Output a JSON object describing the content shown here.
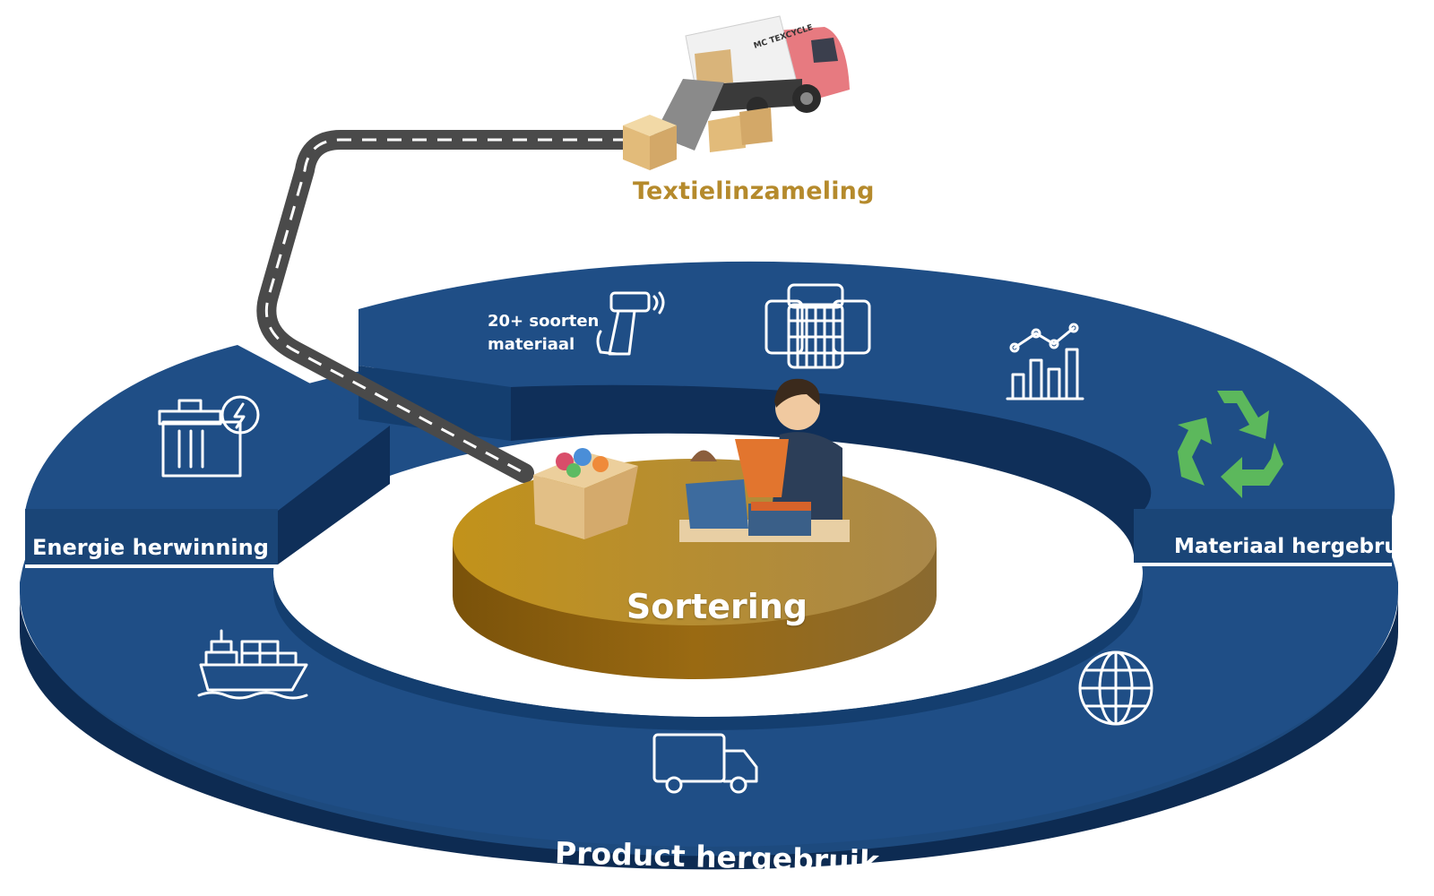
{
  "labels": {
    "collection": "Textielinzameling",
    "sorting": "Sortering",
    "energy": "Energie herwinning",
    "material": "Materiaal hergebruik",
    "product": "Product hergebruik",
    "types_line1": "20+ soorten",
    "types_line2": "materiaal"
  },
  "truck_text": "MC TEXCYCLE",
  "colors": {
    "ring_top": "#1e4d82",
    "ring_side": "#0f2f59",
    "ring_dark": "#0a2547",
    "platform_top": "#b8891d",
    "platform_side": "#8a5f10",
    "accent_gold": "#b58a2c",
    "recycle_green": "#5cb85c",
    "road": "#444444"
  },
  "icons": [
    "scanner-icon",
    "bales-icon",
    "chart-icon",
    "recycle-icon",
    "trash-energy-icon",
    "ship-icon",
    "truck-icon",
    "globe-icon",
    "box-icon",
    "worker-icon",
    "delivery-truck-illustration"
  ]
}
